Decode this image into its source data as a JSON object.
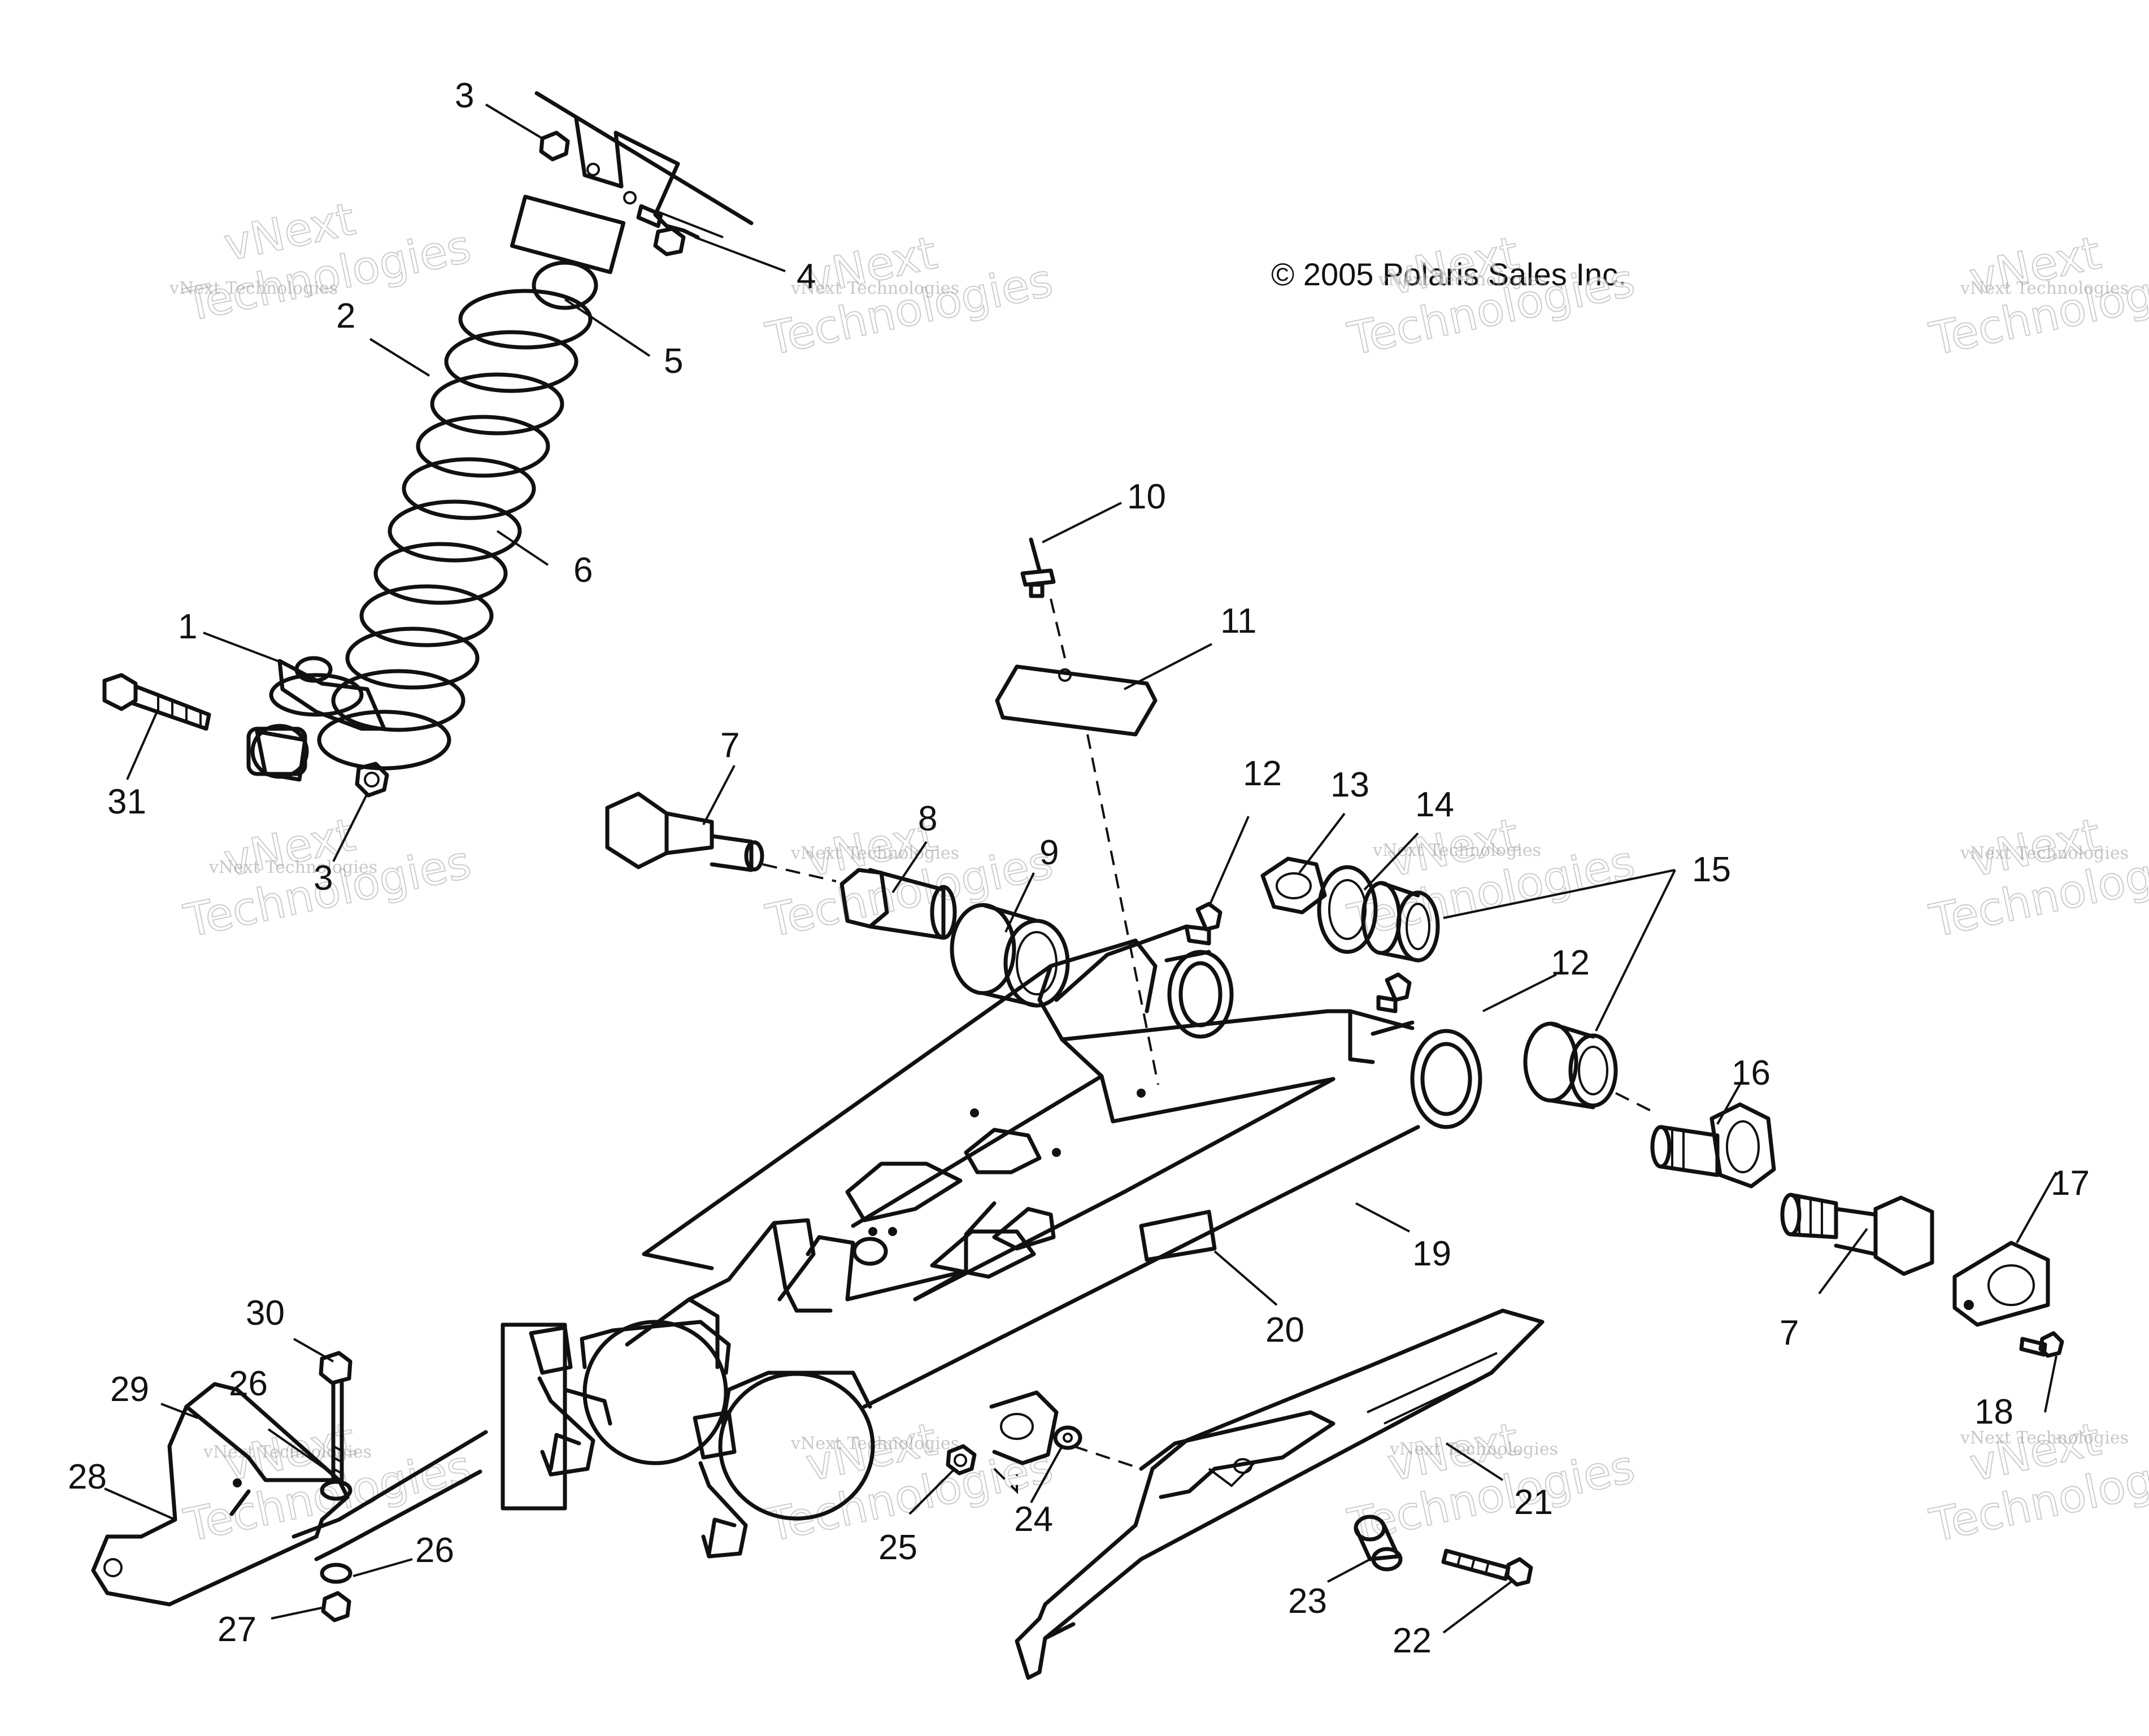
{
  "copyright": "© 2005 Polaris Sales Inc.",
  "watermark": {
    "brand": "vNext",
    "line1": "vNext Technologies",
    "line2": "Technologies"
  },
  "callouts": {
    "c1": "1",
    "c2": "2",
    "c3a": "3",
    "c3b": "3",
    "c4": "4",
    "c5": "5",
    "c6": "6",
    "c7a": "7",
    "c7b": "7",
    "c8": "8",
    "c9": "9",
    "c10": "10",
    "c11": "11",
    "c12a": "12",
    "c12b": "12",
    "c13": "13",
    "c14": "14",
    "c15": "15",
    "c16": "16",
    "c17": "17",
    "c18": "18",
    "c19": "19",
    "c20": "20",
    "c21": "21",
    "c22": "22",
    "c23": "23",
    "c24": "24",
    "c25": "25",
    "c26a": "26",
    "c26b": "26",
    "c27": "27",
    "c28": "28",
    "c29": "29",
    "c30": "30",
    "c31": "31"
  }
}
